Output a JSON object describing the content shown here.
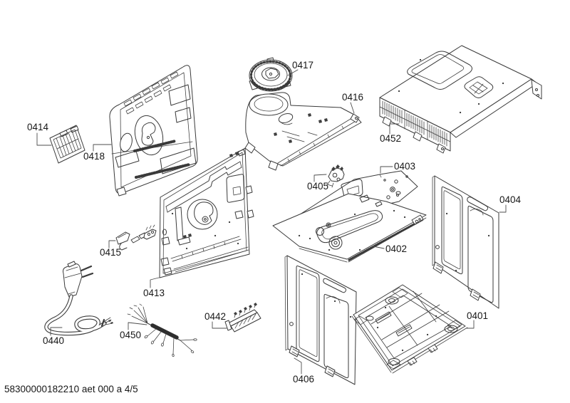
{
  "page": {
    "background_color": "#ffffff",
    "line_color": "#3a3a3a",
    "footer": "58300000182210 aet 000 a 4/5"
  },
  "diagram": {
    "parts": [
      {
        "id": "0414",
        "label": "0414"
      },
      {
        "id": "0418",
        "label": "0418"
      },
      {
        "id": "0417",
        "label": "0417"
      },
      {
        "id": "0416",
        "label": "0416"
      },
      {
        "id": "0452",
        "label": "0452"
      },
      {
        "id": "0405",
        "label": "0405"
      },
      {
        "id": "0403",
        "label": "0403"
      },
      {
        "id": "0402",
        "label": "0402"
      },
      {
        "id": "0404",
        "label": "0404"
      },
      {
        "id": "0415",
        "label": "0415"
      },
      {
        "id": "0413",
        "label": "0413"
      },
      {
        "id": "0440",
        "label": "0440"
      },
      {
        "id": "0450",
        "label": "0450"
      },
      {
        "id": "0442",
        "label": "0442"
      },
      {
        "id": "0406",
        "label": "0406"
      },
      {
        "id": "0401",
        "label": "0401"
      }
    ]
  }
}
